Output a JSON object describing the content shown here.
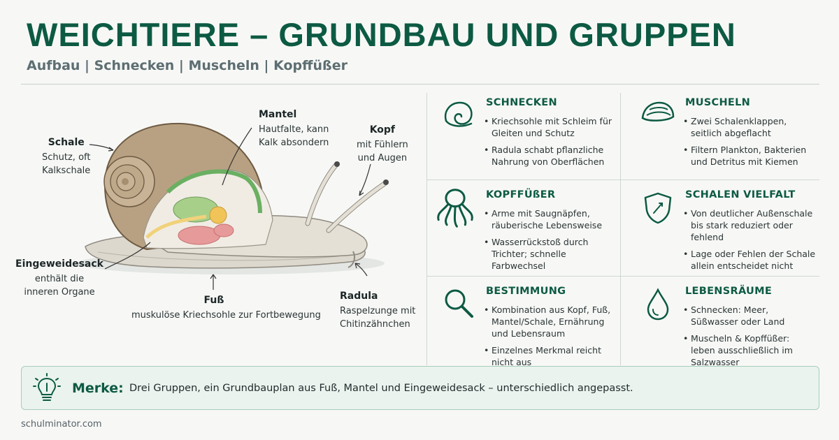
{
  "header": {
    "title": "WEICHTIERE – GRUNDBAU UND GRUPPEN",
    "subtitle": "Aufbau | Schnecken | Muscheln | Kopffüßer"
  },
  "diagram": {
    "labels": {
      "schale": {
        "title": "Schale",
        "text": [
          "Schutz, oft",
          "Kalkschale"
        ]
      },
      "mantel": {
        "title": "Mantel",
        "text": [
          "Hautfalte, kann",
          "Kalk absondern"
        ]
      },
      "kopf": {
        "title": "Kopf",
        "text": [
          "mit Fühlern",
          "und Augen"
        ]
      },
      "eingeweidesack": {
        "title": "Eingeweidesack",
        "text": [
          "enthält die",
          "inneren Organe"
        ]
      },
      "fuss": {
        "title": "Fuß",
        "text": [
          "muskulöse Kriechsohle zur Fortbewegung"
        ]
      },
      "radula": {
        "title": "Radula",
        "text": [
          "Raspelzunge mit",
          "Chitinzähnchen"
        ]
      }
    }
  },
  "groups": [
    {
      "title": "SCHNECKEN",
      "icon": "spiral-shell-icon",
      "bullets": [
        "Kriechsohle mit Schleim für Gleiten und Schutz",
        "Radula schabt pflanzliche Nahrung von Oberflächen"
      ]
    },
    {
      "title": "MUSCHELN",
      "icon": "clam-icon",
      "bullets": [
        "Zwei Schalenklappen, seitlich abgeflacht",
        "Filtern Plankton, Bakterien und Detritus mit Kiemen"
      ]
    },
    {
      "title": "KOPFFÜßER",
      "icon": "octopus-icon",
      "bullets": [
        "Arme mit Saugnäpfen, räuberische Lebensweise",
        "Wasserrückstoß durch Trichter; schnelle Farbwechsel"
      ]
    },
    {
      "title": "SCHALEN VIELFALT",
      "icon": "shield-icon",
      "bullets": [
        "Von deutlicher Außenschale bis stark reduziert oder fehlend",
        "Lage oder Fehlen der Schale allein entscheidet nicht"
      ]
    },
    {
      "title": "BESTIMMUNG",
      "icon": "magnifier-icon",
      "bullets": [
        "Kombination aus Kopf, Fuß, Mantel/Schale, Ernährung und Lebensraum",
        "Einzelnes Merkmal reicht nicht aus"
      ]
    },
    {
      "title": "LEBENSRÄUME",
      "icon": "water-drop-icon",
      "bullets": [
        "Schnecken: Meer, Süßwasser oder Land",
        "Muscheln & Kopffüßer: leben ausschließlich im Salzwasser"
      ]
    }
  ],
  "merke": {
    "label": "Merke:",
    "text": "Drei Gruppen, ein Grundbauplan aus Fuß, Mantel und Eingeweidesack – unterschiedlich angepasst.",
    "icon": "lightbulb-icon"
  },
  "footer": {
    "site": "schulminator.com"
  },
  "colors": {
    "accent": "#0d5a43",
    "panel": "#eaf3ee",
    "background": "#f7f8f6"
  }
}
